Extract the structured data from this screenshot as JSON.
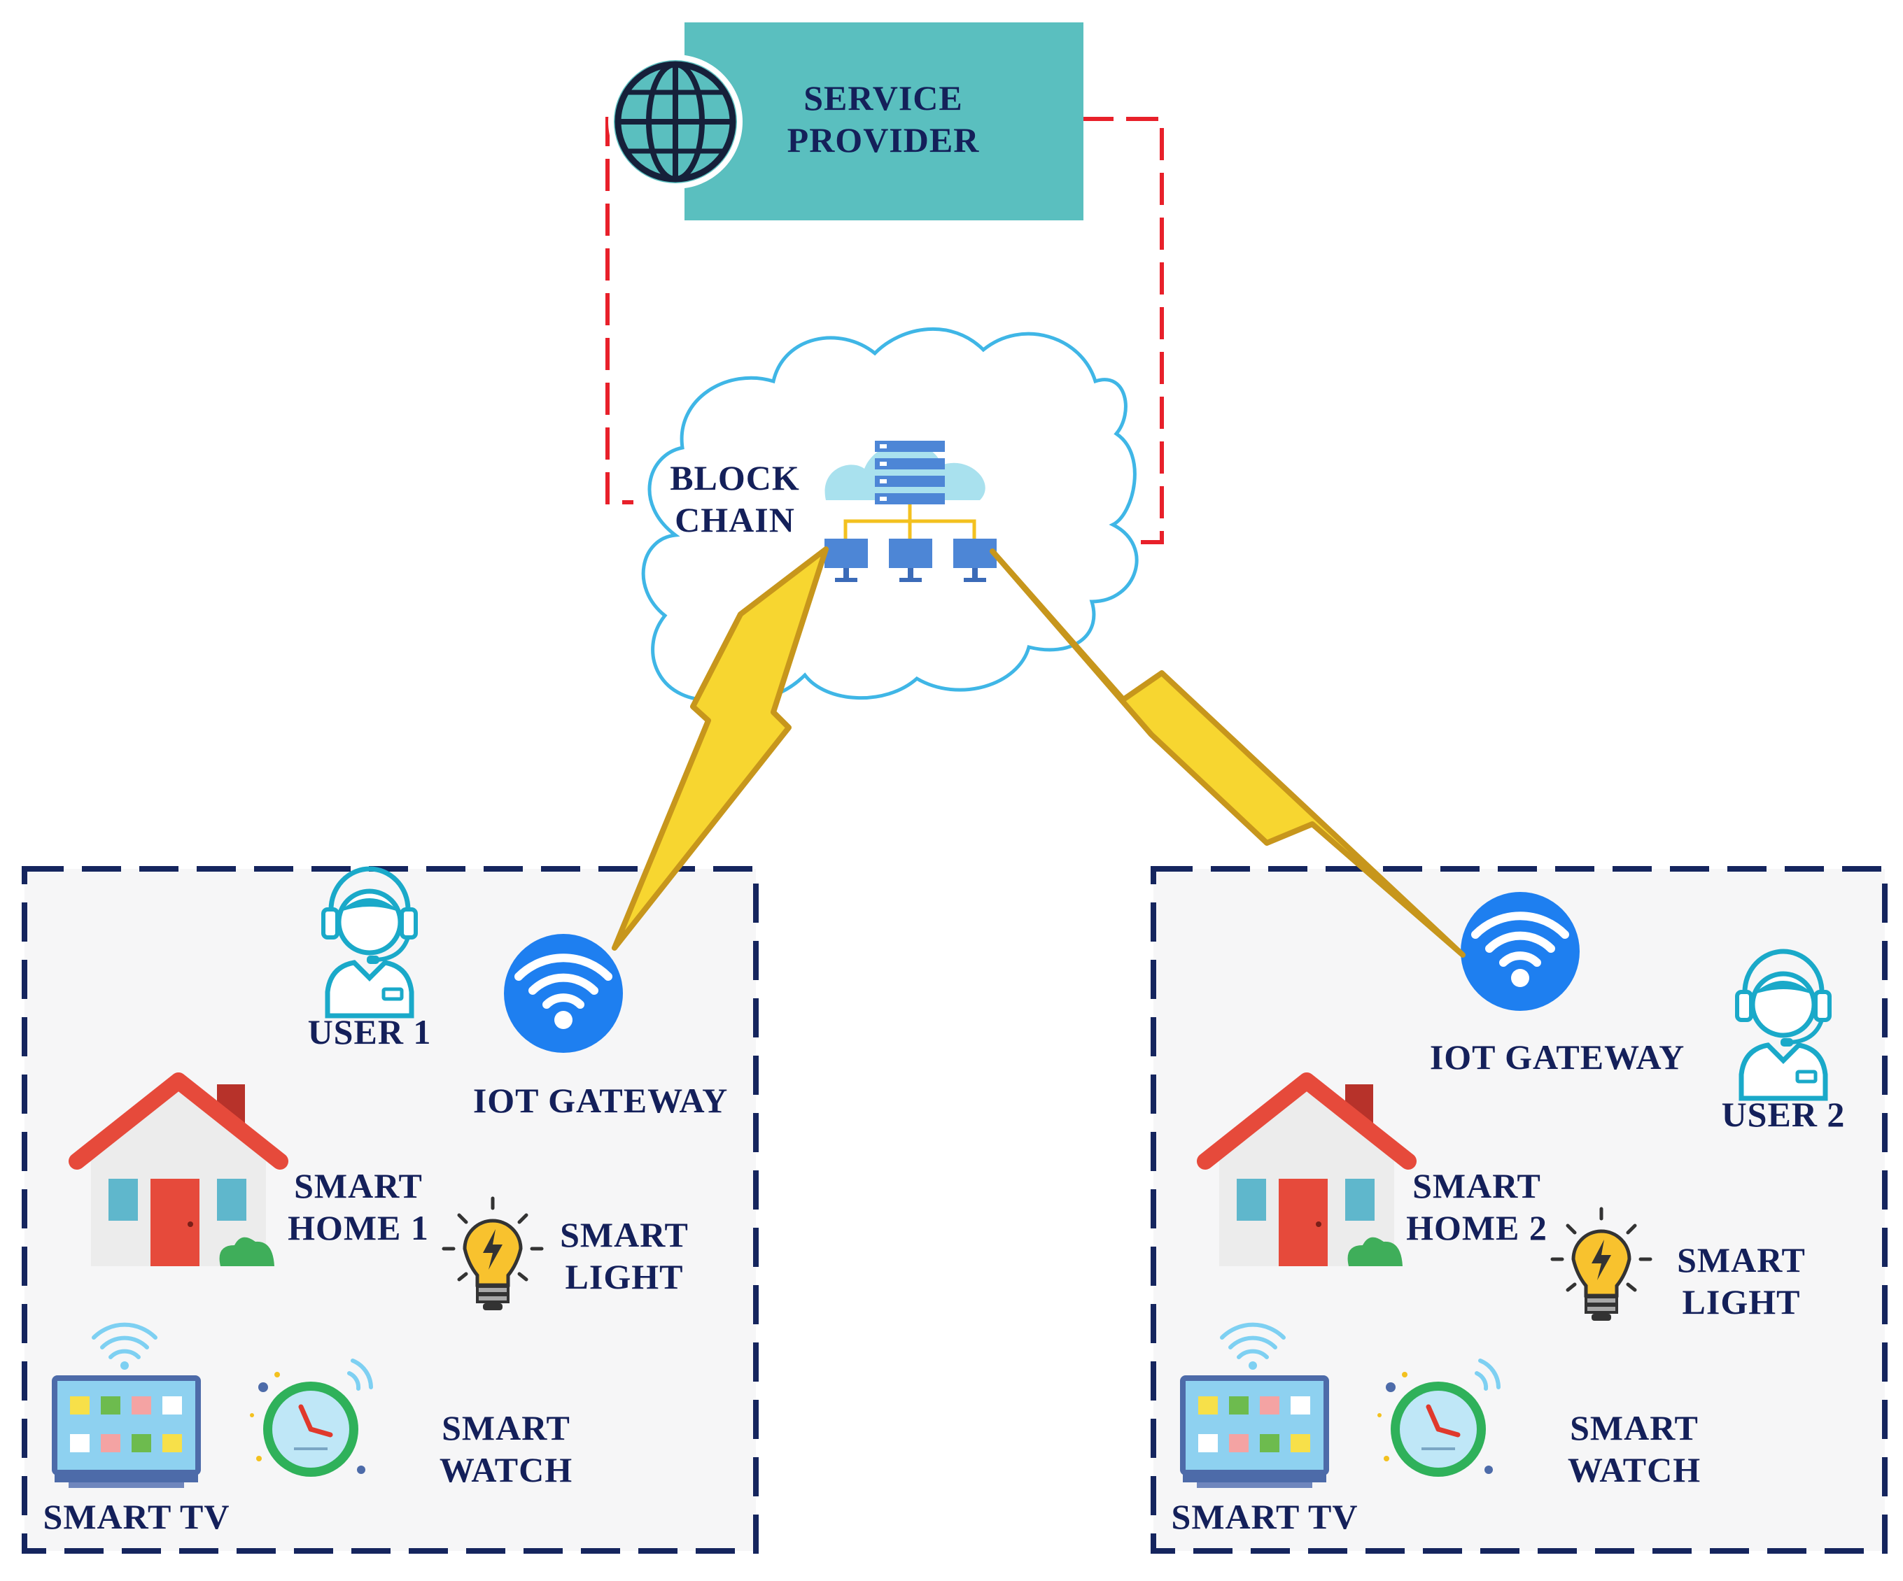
{
  "service_provider": {
    "line1": "SERVICE",
    "line2": "PROVIDER"
  },
  "blockchain": {
    "line1": "BLOCK",
    "line2": "CHAIN"
  },
  "home1": {
    "user": "USER 1",
    "gateway": "IOT GATEWAY",
    "home_line1": "SMART",
    "home_line2": "HOME 1",
    "light_line1": "SMART",
    "light_line2": "LIGHT",
    "watch_line1": "SMART",
    "watch_line2": "WATCH",
    "tv": "SMART TV"
  },
  "home2": {
    "user": "USER 2",
    "gateway": "IOT GATEWAY",
    "home_line1": "SMART",
    "home_line2": "HOME 2",
    "light_line1": "SMART",
    "light_line2": "LIGHT",
    "watch_line1": "SMART",
    "watch_line2": "WATCH",
    "tv": "SMART TV"
  },
  "colors": {
    "provider_teal": "#5abfbf",
    "dashed_red": "#e8202a",
    "box_border": "#15255e",
    "box_fill": "#f6f6f7",
    "wifi_blue": "#1e7ff0",
    "bolt_yellow": "#f7d630",
    "bolt_edge": "#c7961c",
    "cloud_stroke": "#3fb6e6"
  },
  "icons": [
    "globe-icon",
    "cloud-server-icon",
    "user-headset-icon",
    "wifi-icon",
    "house-icon",
    "bulb-icon",
    "tv-icon",
    "clock-icon",
    "lightning-icon"
  ]
}
